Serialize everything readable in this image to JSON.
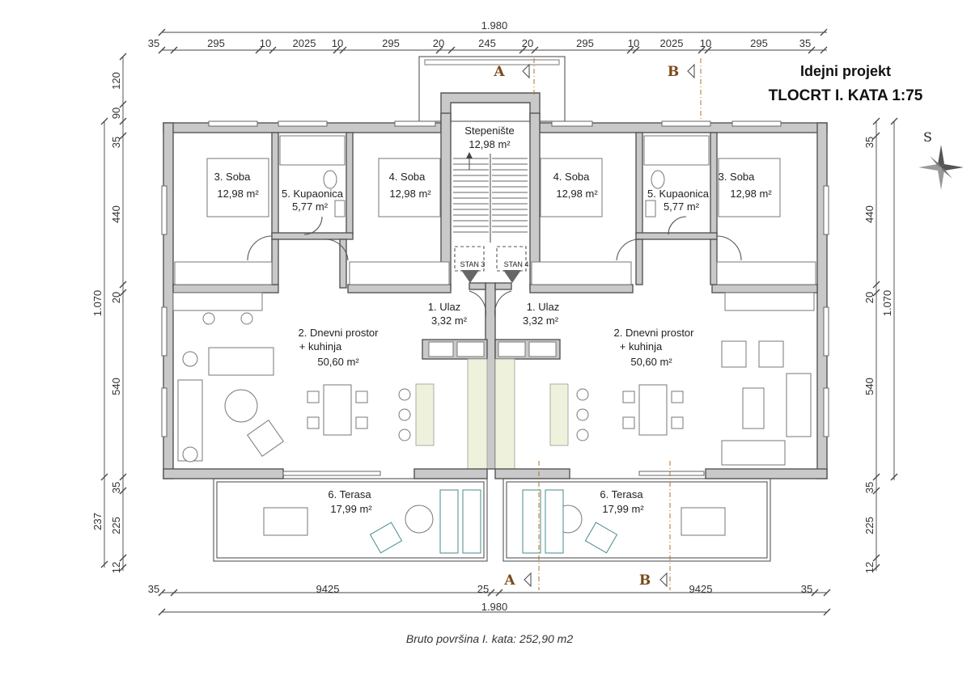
{
  "title": {
    "line1": "Idejni projekt",
    "line2": "TLOCRT I. KATA  1:75"
  },
  "footer": "Bruto površina I. kata: 252,90 m2",
  "dimensions": {
    "top_total": "1.980",
    "top": [
      "35",
      "295",
      "10",
      "2025",
      "10",
      "295",
      "20",
      "245",
      "20",
      "295",
      "10",
      "2025",
      "10",
      "295",
      "35"
    ],
    "bottom_total": "1.980",
    "bottom": [
      "35",
      "9425",
      "25",
      "9425",
      "35"
    ],
    "left_total": "1.070",
    "left": [
      "120",
      "90",
      "35",
      "440",
      "20",
      "540",
      "35",
      "225",
      "12"
    ],
    "left_terrace_total": "237",
    "right_total": "1.070",
    "right": [
      "35",
      "440",
      "20",
      "540",
      "35",
      "225",
      "12"
    ]
  },
  "sections": {
    "a": "A",
    "b": "B"
  },
  "compass": {
    "letter": "S",
    "icon": "north-arrow-icon"
  },
  "flats": {
    "stan3": "STAN 3",
    "stan4": "STAN 4"
  },
  "rooms": {
    "stair_name": "Stepenište",
    "stair_area": "12,98 m²",
    "left": {
      "soba3_name": "3. Soba",
      "soba3_area": "12,98 m²",
      "kup_name": "5. Kupaonica",
      "kup_area": "5,77 m²",
      "soba4_name": "4. Soba",
      "soba4_area": "12,98 m²",
      "ulaz_name": "1. Ulaz",
      "ulaz_area": "3,32 m²",
      "dnevni_name": "2. Dnevni prostor",
      "dnevni_name2": "+ kuhinja",
      "dnevni_area": "50,60 m²",
      "terasa_name": "6. Terasa",
      "terasa_area": "17,99 m²"
    },
    "right": {
      "soba4_name": "4. Soba",
      "soba4_area": "12,98 m²",
      "kup_name": "5. Kupaonica",
      "kup_area": "5,77 m²",
      "soba3_name": "3. Soba",
      "soba3_area": "12,98 m²",
      "ulaz_name": "1. Ulaz",
      "ulaz_area": "3,32 m²",
      "dnevni_name": "2. Dnevni prostor",
      "dnevni_name2": "+ kuhinja",
      "dnevni_area": "50,60 m²",
      "terasa_name": "6. Terasa",
      "terasa_area": "17,99 m²"
    }
  }
}
